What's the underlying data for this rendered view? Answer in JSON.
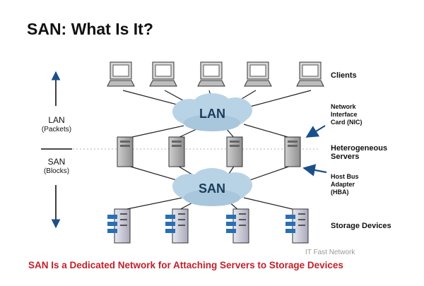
{
  "title": "SAN: What Is It?",
  "left_labels": {
    "lan": "LAN",
    "lan_sub": "(Packets)",
    "san": "SAN",
    "san_sub": "(Blocks)"
  },
  "clouds": {
    "lan": "LAN",
    "san": "SAN"
  },
  "right_labels": {
    "clients": "Clients",
    "nic": [
      "Network",
      "Interface",
      "Card (NIC)"
    ],
    "servers": [
      "Heterogeneous",
      "Servers"
    ],
    "hba": [
      "Host Bus",
      "Adapter",
      "(HBA)"
    ],
    "storage": "Storage Devices"
  },
  "caption": "SAN Is a Dedicated Network for Attaching Servers to Storage Devices",
  "watermark": "IT Fast Network",
  "colors": {
    "caption": "#c2202b",
    "cloud": "#b9d3e6",
    "arrow": "#1b4f8a"
  }
}
